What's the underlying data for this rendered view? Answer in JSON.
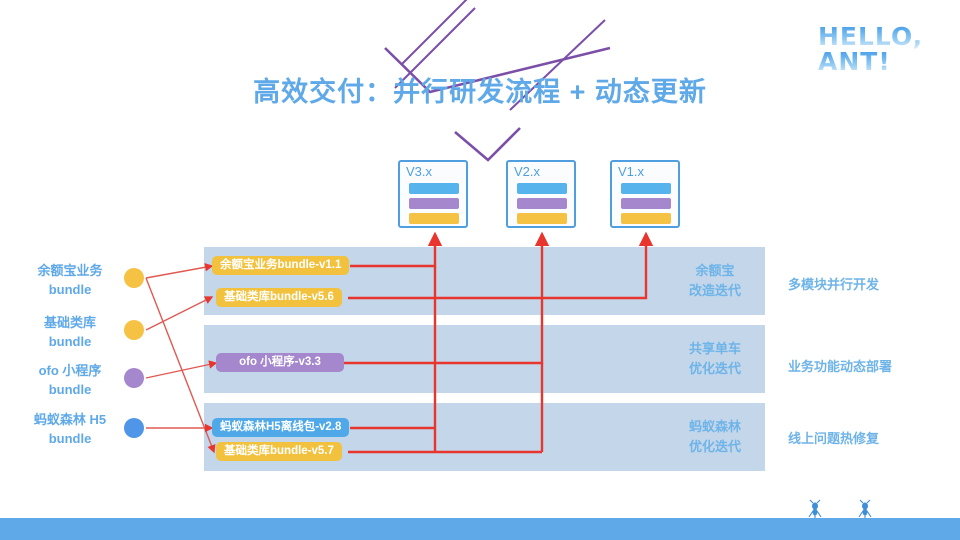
{
  "logo": {
    "line1": "HELLO,",
    "line2": "ANT!"
  },
  "title": "高效交付：并行研发流程 + 动态更新",
  "versions": [
    {
      "label": "V3.x"
    },
    {
      "label": "V2.x"
    },
    {
      "label": "V1.x"
    }
  ],
  "legend": [
    {
      "line1": "余额宝业务",
      "line2": "bundle",
      "dot_color": "#f5c243"
    },
    {
      "line1": "基础类库",
      "line2": "bundle",
      "dot_color": "#f5c243"
    },
    {
      "line1": "ofo 小程序",
      "line2": "bundle",
      "dot_color": "#a487cd"
    },
    {
      "line1": "蚂蚁森林 H5",
      "line2": "bundle",
      "dot_color": "#4f96e8"
    }
  ],
  "rows": [
    {
      "tags": [
        {
          "text": "余额宝业务bundle-v1.1",
          "color": "yellow"
        },
        {
          "text": "基础类库bundle-v5.6",
          "color": "yellow"
        }
      ],
      "panel_label_1": "余额宝",
      "panel_label_2": "改造迭代",
      "outer_label": "多模块并行开发"
    },
    {
      "tags": [
        {
          "text": "ofo 小程序-v3.3",
          "color": "purple"
        }
      ],
      "panel_label_1": "共享单车",
      "panel_label_2": "优化迭代",
      "outer_label": "业务功能动态部署"
    },
    {
      "tags": [
        {
          "text": "蚂蚁森林H5离线包-v2.8",
          "color": "blue"
        },
        {
          "text": "基础类库bundle-v5.7",
          "color": "yellow"
        }
      ],
      "panel_label_1": "蚂蚁森林",
      "panel_label_2": "优化迭代",
      "outer_label": "线上问题热修复"
    }
  ],
  "colors": {
    "accent_blue": "#5fa9e8",
    "panel_blue": "#c3d6ea",
    "tag_yellow": "#f2c13e",
    "tag_purple": "#a487cd",
    "tag_blue": "#4fa8e8",
    "connector_red": "#e8352e",
    "deco_purple": "#7b4fa8",
    "footer_blue": "#5fa9e8"
  }
}
